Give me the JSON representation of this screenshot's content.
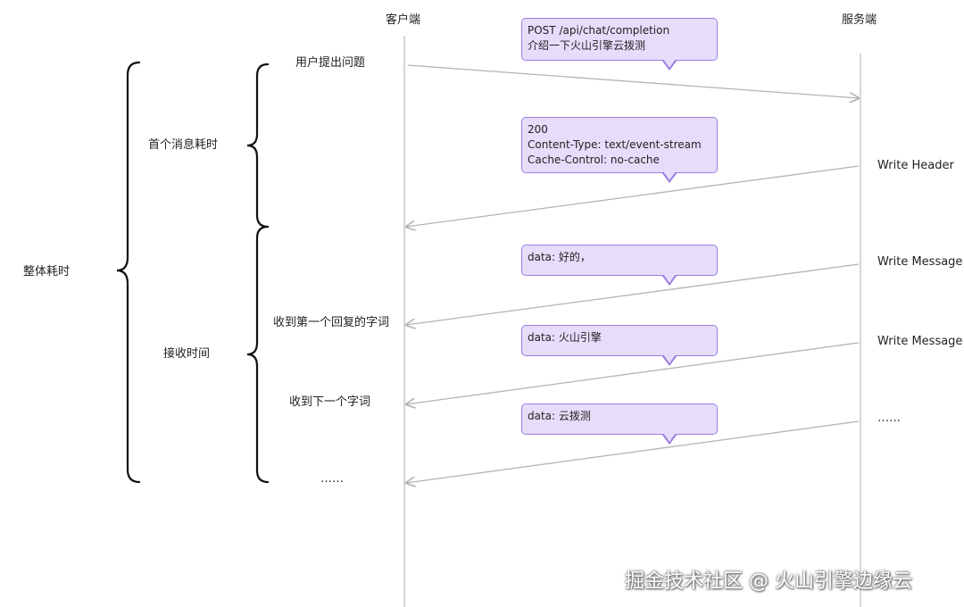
{
  "participants": {
    "client": "客户端",
    "server": "服务端"
  },
  "left_labels": {
    "total": "整体耗时",
    "first_message": "首个消息耗时",
    "receive_time": "接收时间"
  },
  "client_events": [
    "用户提出问题",
    "收到第一个回复的字词",
    "收到下一个字词",
    "……"
  ],
  "server_events": [
    "Write Header",
    "Write Message",
    "Write Message",
    "……"
  ],
  "bubbles": {
    "request": [
      "POST /api/chat/completion",
      "介绍一下火山引擎云拨测"
    ],
    "header": [
      "200",
      "Content-Type: text/event-stream",
      "Cache-Control: no-cache"
    ],
    "msg1": [
      "data: 好的，"
    ],
    "msg2": [
      "data: 火山引擎"
    ],
    "msg3": [
      "data: 云拨测"
    ]
  },
  "watermark": "掘金技术社区 @ 火山引擎边缘云",
  "colors": {
    "lifeline": "#c8c8c8",
    "arrow": "#b4b4b4",
    "bubble_fill": "#e6ddfb",
    "bubble_border": "#9b7ce0",
    "brace": "#111111"
  }
}
